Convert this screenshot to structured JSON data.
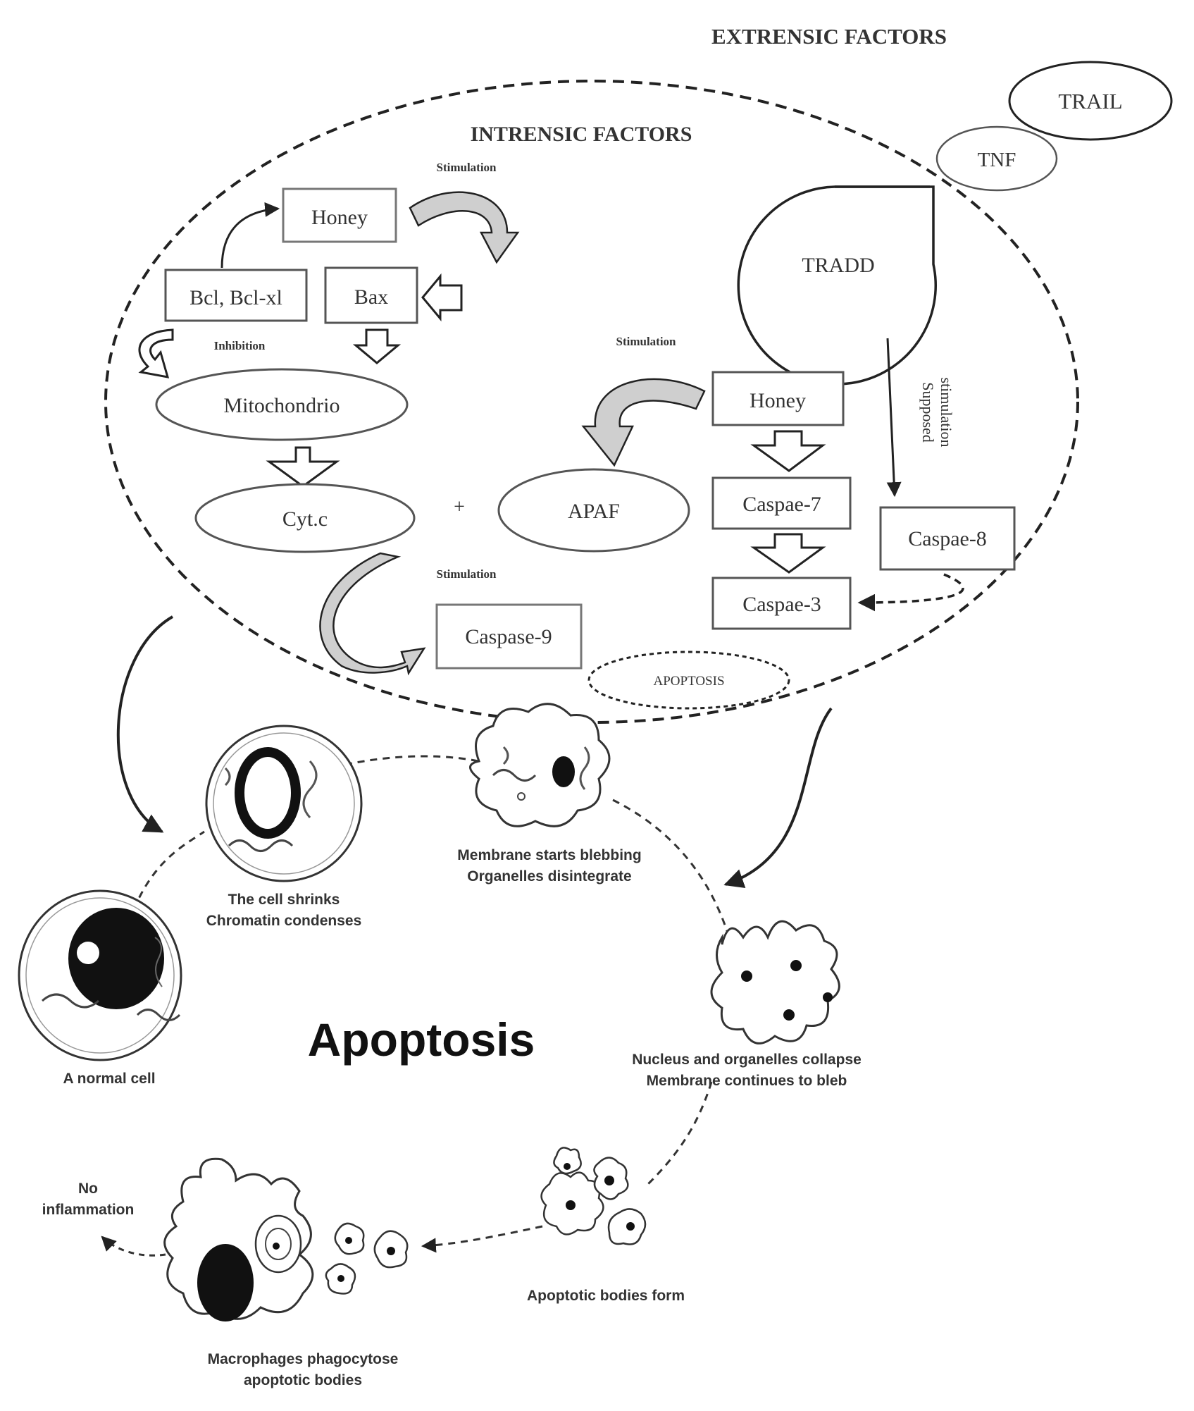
{
  "headers": {
    "extrinsic": "EXTRENSIC FACTORS",
    "intrinsic": "INTRENSIC FACTORS"
  },
  "nodes": {
    "trail": "TRAIL",
    "tnf": "TNF",
    "tradd": "TRADD",
    "honey_top": "Honey",
    "bcl": "Bcl, Bcl-xl",
    "bax": "Bax",
    "mito": "Mitochondrio",
    "cytc": "Cyt.c",
    "apaf": "APAF",
    "honey_right": "Honey",
    "caspase7": "Caspae-7",
    "caspase3": "Caspae-3",
    "caspase8": "Caspae-8",
    "caspase9": "Caspase-9",
    "apoptosis_small": "APOPTOSIS"
  },
  "small_labels": {
    "stim_top": "Stimulation",
    "inhibition": "Inhibition",
    "stim_right": "Stimulation",
    "stim_bottom": "Stimulation",
    "plus": "+",
    "supposed_1": "Supposed",
    "supposed_2": "stimulation"
  },
  "cycle": {
    "title": "Apoptosis",
    "stages": {
      "normal": "A normal cell",
      "shrink_1": "The cell shrinks",
      "shrink_2": "Chromatin condenses",
      "bleb_1": "Membrane starts blebbing",
      "bleb_2": "Organelles disintegrate",
      "collapse_1": "Nucleus and organelles collapse",
      "collapse_2": "Membrane continues to bleb",
      "bodies": "Apoptotic bodies form",
      "macro_1": "Macrophages phagocytose",
      "macro_2": "apoptotic bodies",
      "noinf_1": "No",
      "noinf_2": "inflammation"
    }
  }
}
